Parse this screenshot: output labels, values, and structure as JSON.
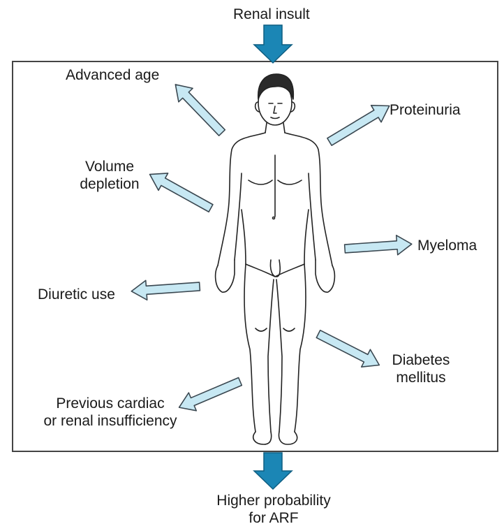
{
  "top_label": "Renal insult",
  "factors": {
    "advanced_age": "Advanced age",
    "proteinuria": "Proteinuria",
    "volume_depletion_line1": "Volume",
    "volume_depletion_line2": "depletion",
    "myeloma": "Myeloma",
    "diuretic_use": "Diuretic use",
    "diabetes_line1": "Diabetes",
    "diabetes_line2": "mellitus",
    "previous_line1": "Previous cardiac",
    "previous_line2": "or renal insufficiency"
  },
  "bottom_label_line1": "Higher probability",
  "bottom_label_line2": "for ARF",
  "colors": {
    "flow_arrow": "#1b86b5",
    "factor_arrow_fill": "#c7e8f3",
    "factor_arrow_stroke": "#3a4750",
    "frame": "#444444",
    "figure_line": "#222222"
  }
}
